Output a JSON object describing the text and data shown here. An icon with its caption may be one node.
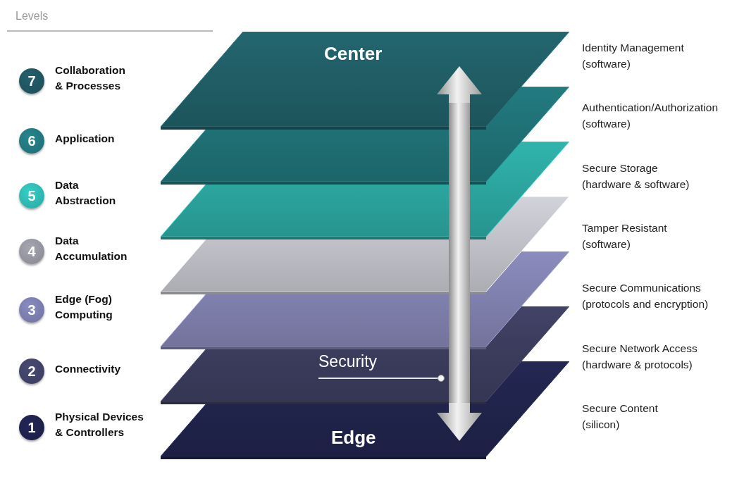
{
  "diagram": {
    "title": "Levels",
    "nodes": [
      {
        "text": [
          "7"
        ],
        "beside": [
          "Collaboration & Processes"
        ]
      },
      {
        "text": [
          "6"
        ],
        "beside": [
          "Application"
        ]
      },
      {
        "text": [
          "5"
        ],
        "beside": [
          "Data Abstraction"
        ]
      },
      {
        "text": [
          "4"
        ],
        "beside": [
          "Data Accumulation"
        ]
      },
      {
        "text": [
          "3"
        ],
        "beside": [
          "Edge (Fog) Computing"
        ]
      },
      {
        "text": [
          "2"
        ],
        "beside": [
          "Connectivity"
        ]
      },
      {
        "text": [
          "1"
        ],
        "beside": [
          "Physical Devices & Controllers"
        ]
      },
      {
        "text": [
          "Center"
        ]
      },
      {
        "text": [],
        "shape": "parallelogram"
      },
      {
        "text": [],
        "shape": "parallelogram"
      },
      {
        "text": [],
        "shape": "parallelogram"
      },
      {
        "text": [],
        "shape": "parallelogram"
      },
      {
        "text": [],
        "shape": "parallelogram"
      },
      {
        "text": [
          "Edge"
        ]
      },
      {
        "text": [
          "Security"
        ],
        "in": 12
      },
      {
        "text": [],
        "shape": "cylinder"
      }
    ],
    "edges": [
      {
        "from": 14,
        "to": 15,
        "arrow": "other"
      }
    ],
    "labels": [
      "Identity Management (software)",
      "Authentication/Authorization (software)",
      "Secure Storage (hardware & software)",
      "Tamper Resistant (software)",
      "Secure Communications (protocols and encryption)",
      "Secure Network Access (hardware & protocols)",
      "Secure Content (silicon)"
    ]
  }
}
